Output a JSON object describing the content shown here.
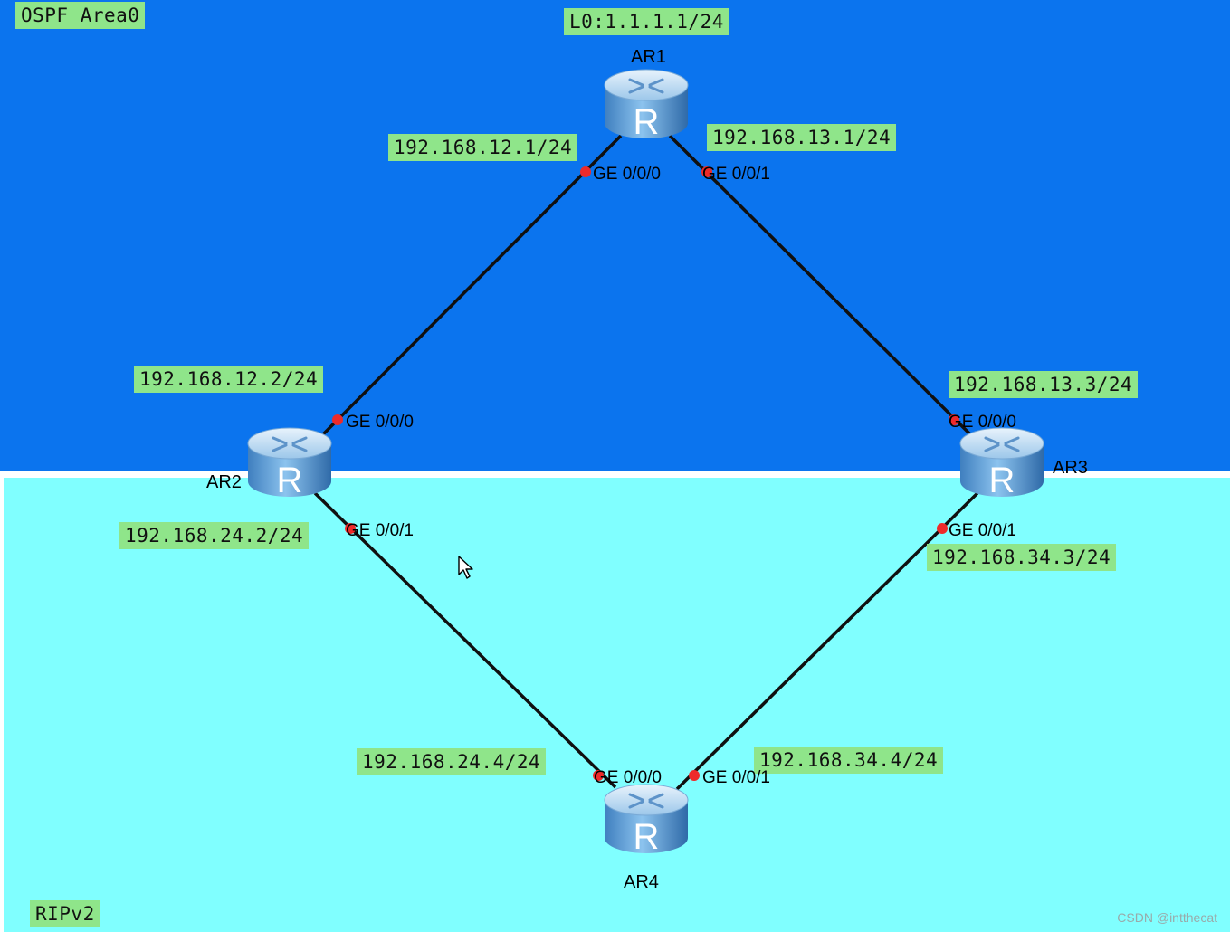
{
  "colors": {
    "ospf_area": "#0b74ee",
    "rip_area": "#80ffff",
    "label_bg": "#8fe58a",
    "link": "#101010",
    "port_dot": "#ee2a2a",
    "router_body": "#5f9fd6"
  },
  "areas": {
    "ospf": "OSPF Area0",
    "rip": "RIPv2"
  },
  "routers": {
    "ar1": {
      "name": "AR1",
      "loopback": "L0:1.1.1.1/24",
      "icon": "router-icon"
    },
    "ar2": {
      "name": "AR2",
      "icon": "router-icon"
    },
    "ar3": {
      "name": "AR3",
      "icon": "router-icon"
    },
    "ar4": {
      "name": "AR4",
      "icon": "router-icon"
    }
  },
  "addresses": {
    "ar1_g000": "192.168.12.1/24",
    "ar1_g001": "192.168.13.1/24",
    "ar2_g000": "192.168.12.2/24",
    "ar2_g001": "192.168.24.2/24",
    "ar3_g000": "192.168.13.3/24",
    "ar3_g001": "192.168.34.3/24",
    "ar4_g000": "192.168.24.4/24",
    "ar4_g001": "192.168.34.4/24"
  },
  "ports": {
    "ar1_g000": "GE 0/0/0",
    "ar1_g001": "GE 0/0/1",
    "ar2_g000": "GE 0/0/0",
    "ar2_g001": "GE 0/0/1",
    "ar3_g000": "GE 0/0/0",
    "ar3_g001": "GE 0/0/1",
    "ar4_g000": "GE 0/0/0",
    "ar4_g001": "GE 0/0/1"
  },
  "watermark": "CSDN @intthecat"
}
